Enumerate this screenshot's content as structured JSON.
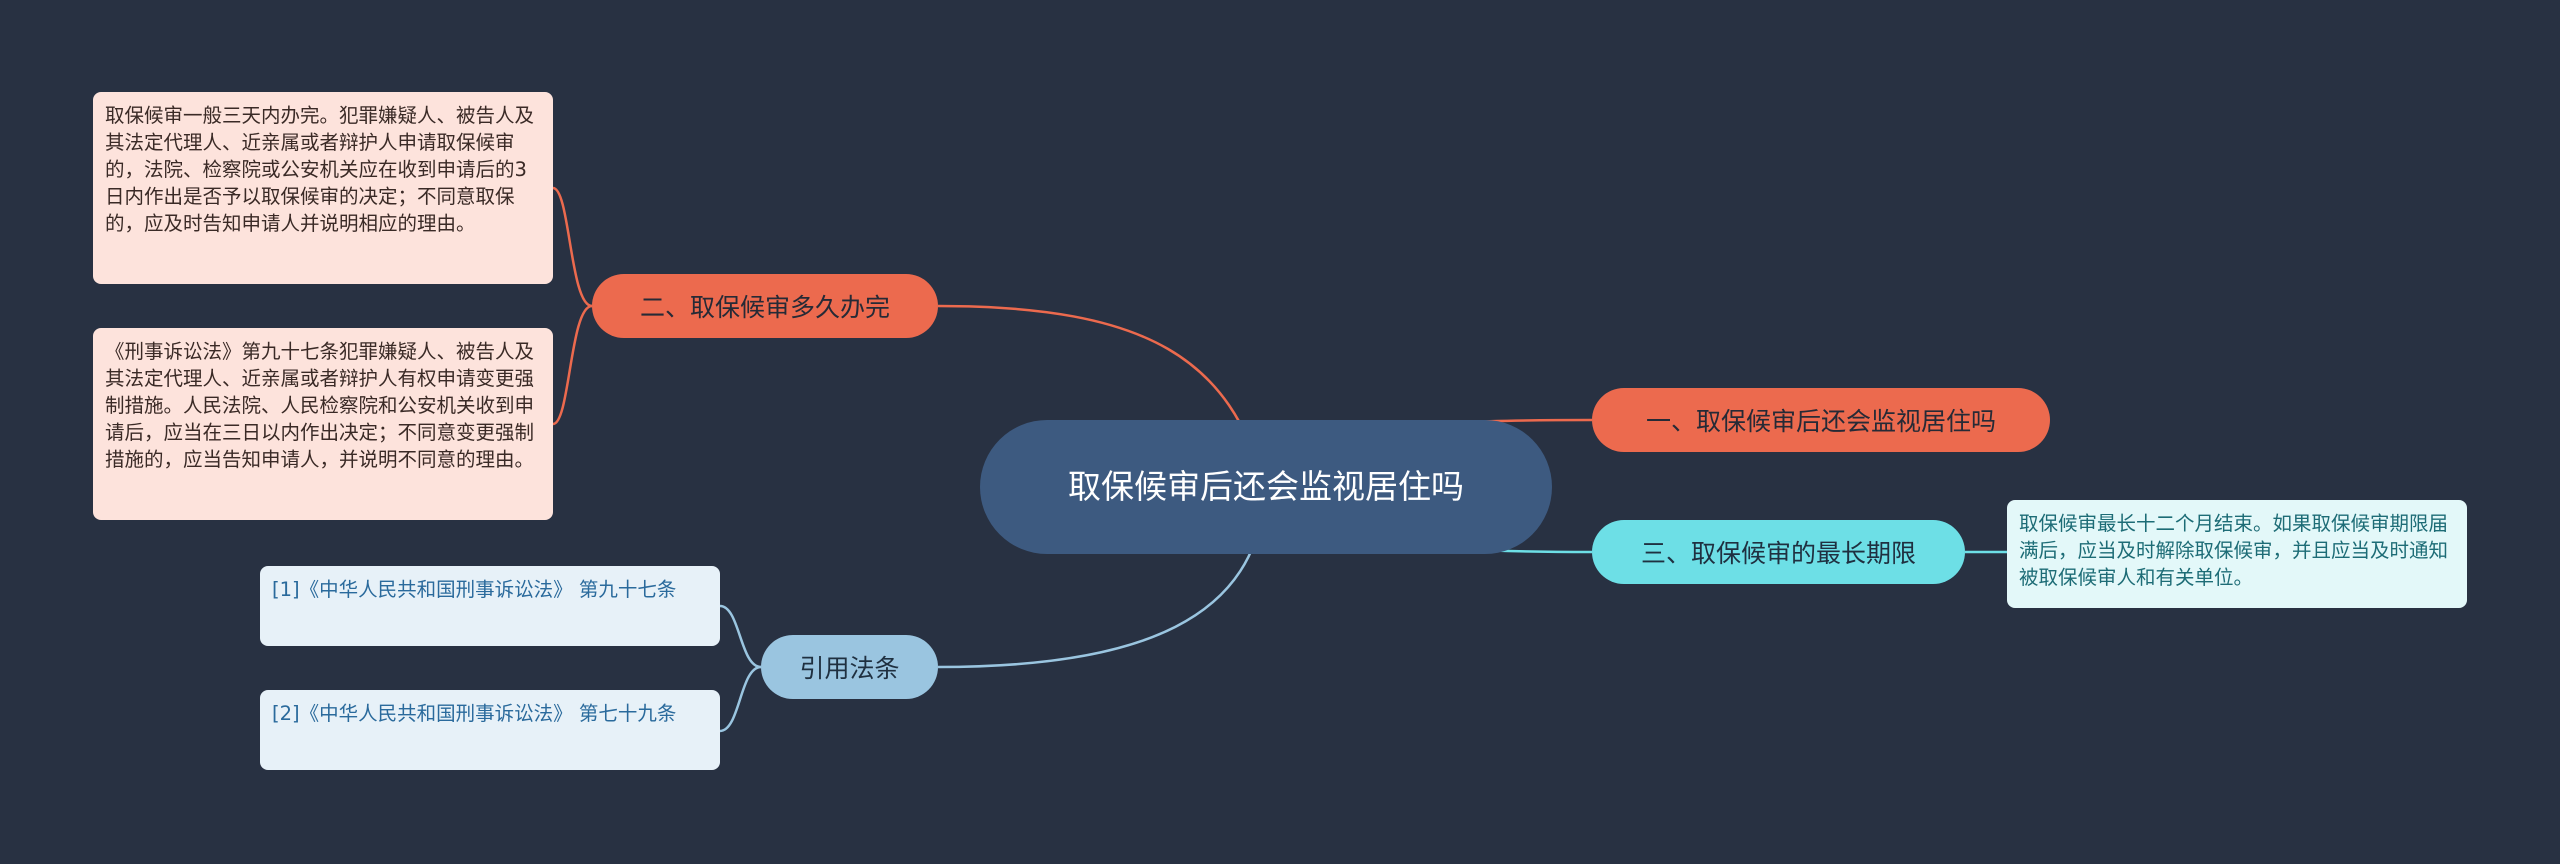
{
  "center": {
    "title": "取保候审后还会监视居住吗"
  },
  "branches": {
    "b1": {
      "label": "一、取保候审后还会监视居住吗"
    },
    "b2": {
      "label": "二、取保候审多久办完",
      "leaves": [
        "取保候审一般三天内办完。犯罪嫌疑人、被告人及其法定代理人、近亲属或者辩护人申请取保候审的，法院、检察院或公安机关应在收到申请后的3日内作出是否予以取保候审的决定；不同意取保的，应及时告知申请人并说明相应的理由。",
        "《刑事诉讼法》第九十七条犯罪嫌疑人、被告人及其法定代理人、近亲属或者辩护人有权申请变更强制措施。人民法院、人民检察院和公安机关收到申请后，应当在三日以内作出决定；不同意变更强制措施的，应当告知申请人，并说明不同意的理由。"
      ]
    },
    "b3": {
      "label": "三、取保候审的最长期限",
      "leaves": [
        "取保候审最长十二个月结束。如果取保候审期限届满后，应当及时解除取保候审，并且应当及时通知被取保候审人和有关单位。"
      ]
    },
    "b4": {
      "label": "引用法条",
      "leaves": [
        "[1]《中华人民共和国刑事诉讼法》 第九十七条",
        "[2]《中华人民共和国刑事诉讼法》 第七十九条"
      ]
    }
  },
  "colors": {
    "background": "#283142",
    "center": "#3d5a80",
    "red": "#ec6a4e",
    "cyan": "#6ddfe6",
    "blue": "#9ac5e0"
  }
}
